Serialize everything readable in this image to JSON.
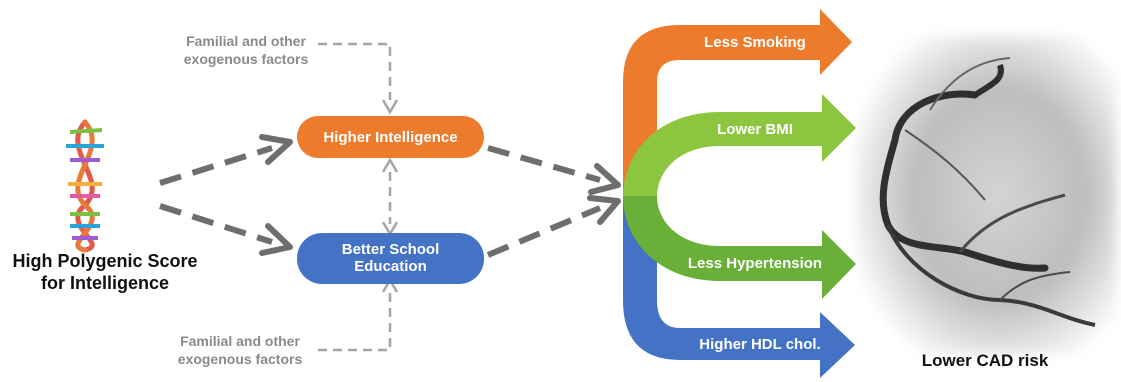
{
  "source": {
    "label_line1": "High Polygenic Score",
    "label_line2": "for Intelligence",
    "icon": "dna-helix-icon"
  },
  "exogenous_top": {
    "line1": "Familial and other",
    "line2": "exogenous factors"
  },
  "exogenous_bottom": {
    "line1": "Familial and other",
    "line2": "exogenous factors"
  },
  "mediators": [
    {
      "id": "intelligence",
      "label": "Higher Intelligence",
      "color": "#ec7b2c"
    },
    {
      "id": "education",
      "label_line1": "Better School",
      "label_line2": "Education",
      "color": "#4472c4"
    }
  ],
  "outcomes": [
    {
      "id": "smoking",
      "label": "Less Smoking",
      "color": "#ec7b2c"
    },
    {
      "id": "bmi",
      "label": "Lower BMI",
      "color": "#8cc63f"
    },
    {
      "id": "hypertension",
      "label": "Less Hypertension",
      "color": "#6aaf37"
    },
    {
      "id": "hdl",
      "label": "Higher HDL chol.",
      "color": "#4472c4"
    }
  ],
  "final": {
    "label": "Lower CAD risk",
    "image": "coronary-angiogram-image"
  },
  "colors": {
    "dashed_arrow": "#6e6e6e",
    "feedback_arrow": "#a5a5a5",
    "text_grey": "#8a8a8a"
  }
}
